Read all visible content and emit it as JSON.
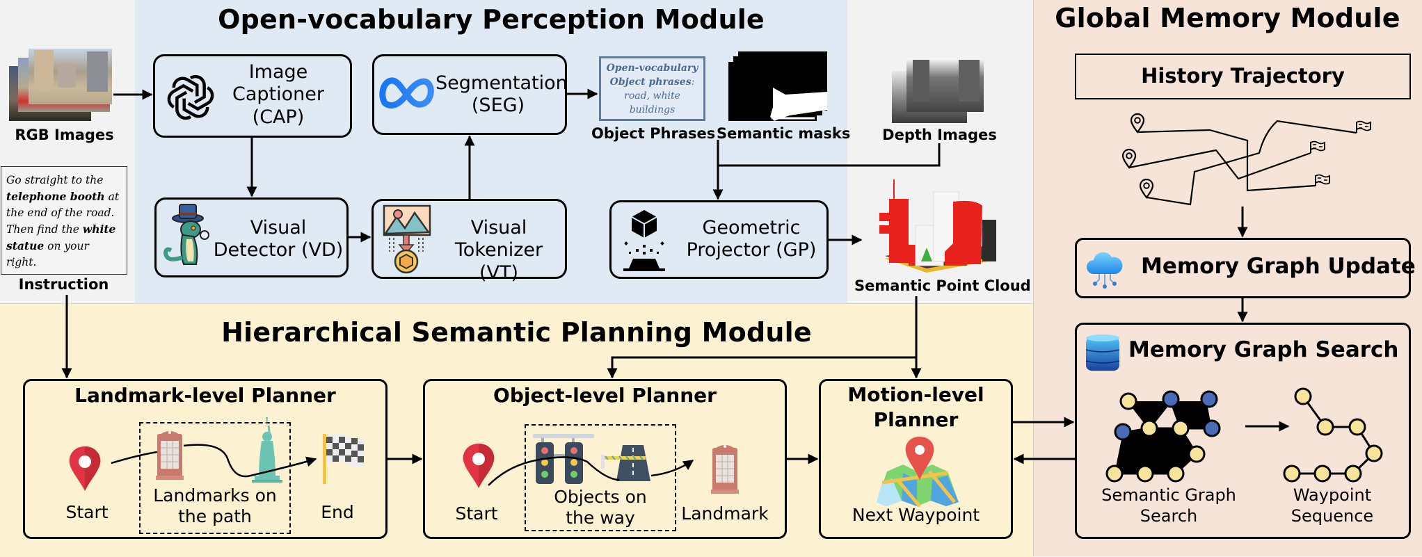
{
  "perception": {
    "title": "Open-vocabulary Perception Module",
    "rgb_caption": "RGB Images",
    "instruction": {
      "caption": "Instruction",
      "segments": [
        {
          "text": "Go straight to the ",
          "bold": false
        },
        {
          "text": "telephone booth",
          "bold": true
        },
        {
          "text": " at the end of the road. Then find the ",
          "bold": false
        },
        {
          "text": "white statue",
          "bold": true
        },
        {
          "text": " on your right.",
          "bold": false
        }
      ]
    },
    "cap": {
      "line1": "Image",
      "line2": "Captioner",
      "line3": "(CAP)",
      "icon": "openai-logo-icon"
    },
    "seg": {
      "line1": "Segmentation",
      "line2": "(SEG)",
      "icon": "meta-logo-icon"
    },
    "vd": {
      "line1": "Visual",
      "line2": "Detector (VD)",
      "icon": "lizard-detective-icon"
    },
    "vt": {
      "line1": "Visual",
      "line2": "Tokenizer (VT)",
      "icon": "image-token-icon"
    },
    "gp": {
      "line1": "Geometric",
      "line2": "Projector (GP)",
      "icon": "cube-projector-icon"
    },
    "object_phrases": {
      "line1": "Open-vocabulary",
      "line2_bold": "Object phrases",
      "line2_rest": ":",
      "line3": "road, white",
      "line4": "buildings",
      "caption": "Object Phrases"
    },
    "masks_caption": "Semantic masks",
    "depth_caption": "Depth Images",
    "point_cloud_caption": "Semantic Point Cloud"
  },
  "planning": {
    "title": "Hierarchical Semantic Planning Module",
    "landmark": {
      "title": "Landmark-level Planner",
      "start": "Start",
      "middle_line1": "Landmarks on",
      "middle_line2": "the path",
      "end": "End"
    },
    "object": {
      "title": "Object-level Planner",
      "start": "Start",
      "middle_line1": "Objects on",
      "middle_line2": "the way",
      "end": "Landmark"
    },
    "motion": {
      "title_line1": "Motion-level",
      "title_line2": "Planner",
      "caption": "Next Waypoint"
    }
  },
  "memory": {
    "title": "Global Memory Module",
    "history": "History Trajectory",
    "update": "Memory Graph Update",
    "search": "Memory Graph Search",
    "graph_caption_line1": "Semantic Graph",
    "graph_caption_line2": "Search",
    "waypoint_caption_line1": "Waypoint",
    "waypoint_caption_line2": "Sequence"
  },
  "colors": {
    "perception_bg": "#dfeaf5",
    "planning_bg": "#fcf1d1",
    "memory_bg": "#f7e4d8",
    "neutral_bg": "#f2f2f2",
    "node_yellow": "#f7e39a",
    "node_blue": "#4a6bb5",
    "pin_red": "#e03444",
    "phrase_blue": "#4a6a93"
  }
}
